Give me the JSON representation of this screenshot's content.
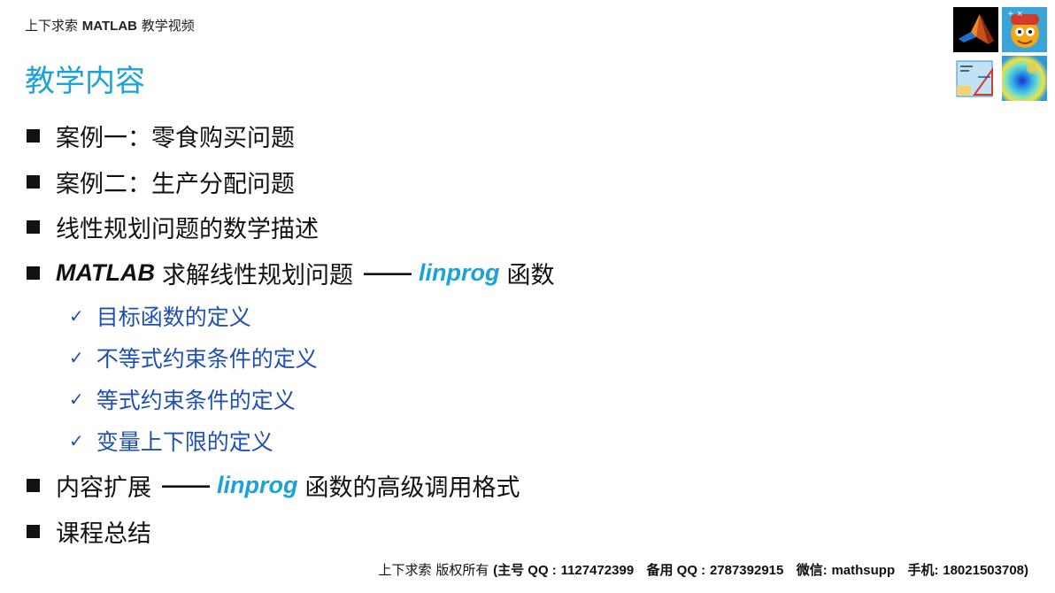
{
  "header": {
    "prefix": "上下求索",
    "brand": "MATLAB",
    "suffix": "教学视频"
  },
  "title": "教学内容",
  "logos": [
    "matlab-logo-icon",
    "game-character-icon",
    "sketch-design-icon",
    "heatmap-icon"
  ],
  "items": [
    {
      "text": "案例一：零食购买问题"
    },
    {
      "text": "案例二：生产分配问题"
    },
    {
      "text": "线性规划问题的数学描述"
    },
    {
      "lead": "MATLAB",
      "text": "求解线性规划问题",
      "dash": "——",
      "fn": "linprog",
      "tail": "函数"
    },
    {
      "lead": "内容扩展",
      "dash": "——",
      "fn": "linprog",
      "tail": "函数的高级调用格式"
    },
    {
      "text": "课程总结"
    }
  ],
  "subitems": [
    {
      "check": "✓",
      "text": "目标函数的定义"
    },
    {
      "check": "✓",
      "text": "不等式约束条件的定义"
    },
    {
      "check": "✓",
      "text": "等式约束条件的定义"
    },
    {
      "check": "✓",
      "text": "变量上下限的定义"
    }
  ],
  "footer": {
    "owner": "上下求索",
    "rights": "版权所有",
    "qq_main_label": "(主号 QQ :",
    "qq_main": "1127472399",
    "qq_alt_label": "备用 QQ :",
    "qq_alt": "2787392915",
    "wechat_label": "微信:",
    "wechat": "mathsupp",
    "phone_label": "手机:",
    "phone": "18021503708)"
  },
  "colors": {
    "title": "#1aa3d6",
    "accent": "#1aa3d6",
    "sub": "#1f4fb5"
  }
}
